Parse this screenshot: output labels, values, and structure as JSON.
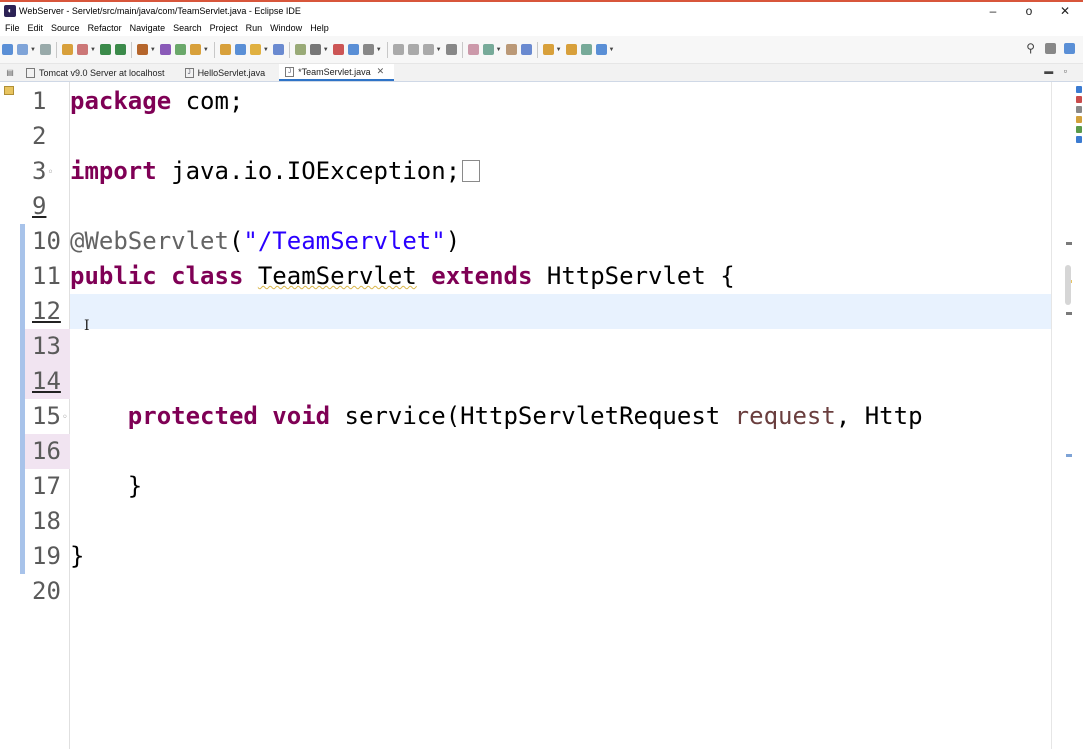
{
  "window": {
    "title": "WebServer - Servlet/src/main/java/com/TeamServlet.java - Eclipse IDE",
    "minimize": "–",
    "maximize": "o",
    "close": "✕"
  },
  "menu": [
    "File",
    "Edit",
    "Source",
    "Refactor",
    "Navigate",
    "Search",
    "Project",
    "Run",
    "Window",
    "Help"
  ],
  "tabs": [
    {
      "label": "Tomcat v9.0 Server at localhost",
      "active": false,
      "closable": false
    },
    {
      "label": "HelloServlet.java",
      "active": false,
      "closable": false
    },
    {
      "label": "*TeamServlet.java",
      "active": true,
      "closable": true
    }
  ],
  "tab_close_glyph": "✕",
  "colors": {
    "keyword": "#7f0055",
    "string": "#2a00ff",
    "annotation": "#646464",
    "parameter": "#6a3e3e",
    "current_line": "#e8f2fe",
    "changed_line": "#f1e4f1",
    "title_accent": "#d8563b"
  },
  "editor": {
    "lines": [
      {
        "n": "1",
        "fold": "",
        "segments": [
          {
            "t": "package",
            "c": "kw"
          },
          {
            "t": " com;",
            "c": ""
          }
        ]
      },
      {
        "n": "2",
        "fold": "",
        "segments": []
      },
      {
        "n": "3",
        "fold": "◦",
        "collapsed": true,
        "segments": [
          {
            "t": "import",
            "c": "kw"
          },
          {
            "t": " java.io.IOException;",
            "c": ""
          }
        ]
      },
      {
        "n": "9",
        "fold": "",
        "underlined": true,
        "segments": []
      },
      {
        "n": "10",
        "fold": "",
        "marked": true,
        "segments": [
          {
            "t": "@WebServlet",
            "c": "ann"
          },
          {
            "t": "(",
            "c": ""
          },
          {
            "t": "\"/TeamServlet\"",
            "c": "str"
          },
          {
            "t": ")",
            "c": ""
          }
        ]
      },
      {
        "n": "11",
        "fold": "",
        "marked": true,
        "segments": [
          {
            "t": "public",
            "c": "kw"
          },
          {
            "t": " ",
            "c": ""
          },
          {
            "t": "class",
            "c": "kw"
          },
          {
            "t": " ",
            "c": ""
          },
          {
            "t": "TeamServlet",
            "c": "squiggle"
          },
          {
            "t": " ",
            "c": ""
          },
          {
            "t": "extends",
            "c": "kw"
          },
          {
            "t": " HttpServlet {",
            "c": ""
          }
        ]
      },
      {
        "n": "12",
        "fold": "",
        "marked": true,
        "current": true,
        "underlined": true,
        "segments": []
      },
      {
        "n": "13",
        "fold": "",
        "marked": true,
        "changed": true,
        "segments": []
      },
      {
        "n": "14",
        "fold": "",
        "marked": true,
        "changed": true,
        "underlined": true,
        "segments": []
      },
      {
        "n": "15",
        "fold": "◦",
        "marked": true,
        "segments": [
          {
            "t": "    ",
            "c": ""
          },
          {
            "t": "protected",
            "c": "kw"
          },
          {
            "t": " ",
            "c": ""
          },
          {
            "t": "void",
            "c": "kw"
          },
          {
            "t": " service(HttpServletRequest ",
            "c": ""
          },
          {
            "t": "request",
            "c": "param"
          },
          {
            "t": ", Http",
            "c": ""
          }
        ]
      },
      {
        "n": "16",
        "fold": "",
        "marked": true,
        "changed": true,
        "segments": []
      },
      {
        "n": "17",
        "fold": "",
        "marked": true,
        "segments": [
          {
            "t": "    }",
            "c": ""
          }
        ]
      },
      {
        "n": "18",
        "fold": "",
        "marked": true,
        "segments": []
      },
      {
        "n": "19",
        "fold": "",
        "marked": true,
        "segments": [
          {
            "t": "}",
            "c": ""
          }
        ]
      },
      {
        "n": "20",
        "fold": "",
        "segments": []
      }
    ],
    "caret_glyph": "I"
  }
}
